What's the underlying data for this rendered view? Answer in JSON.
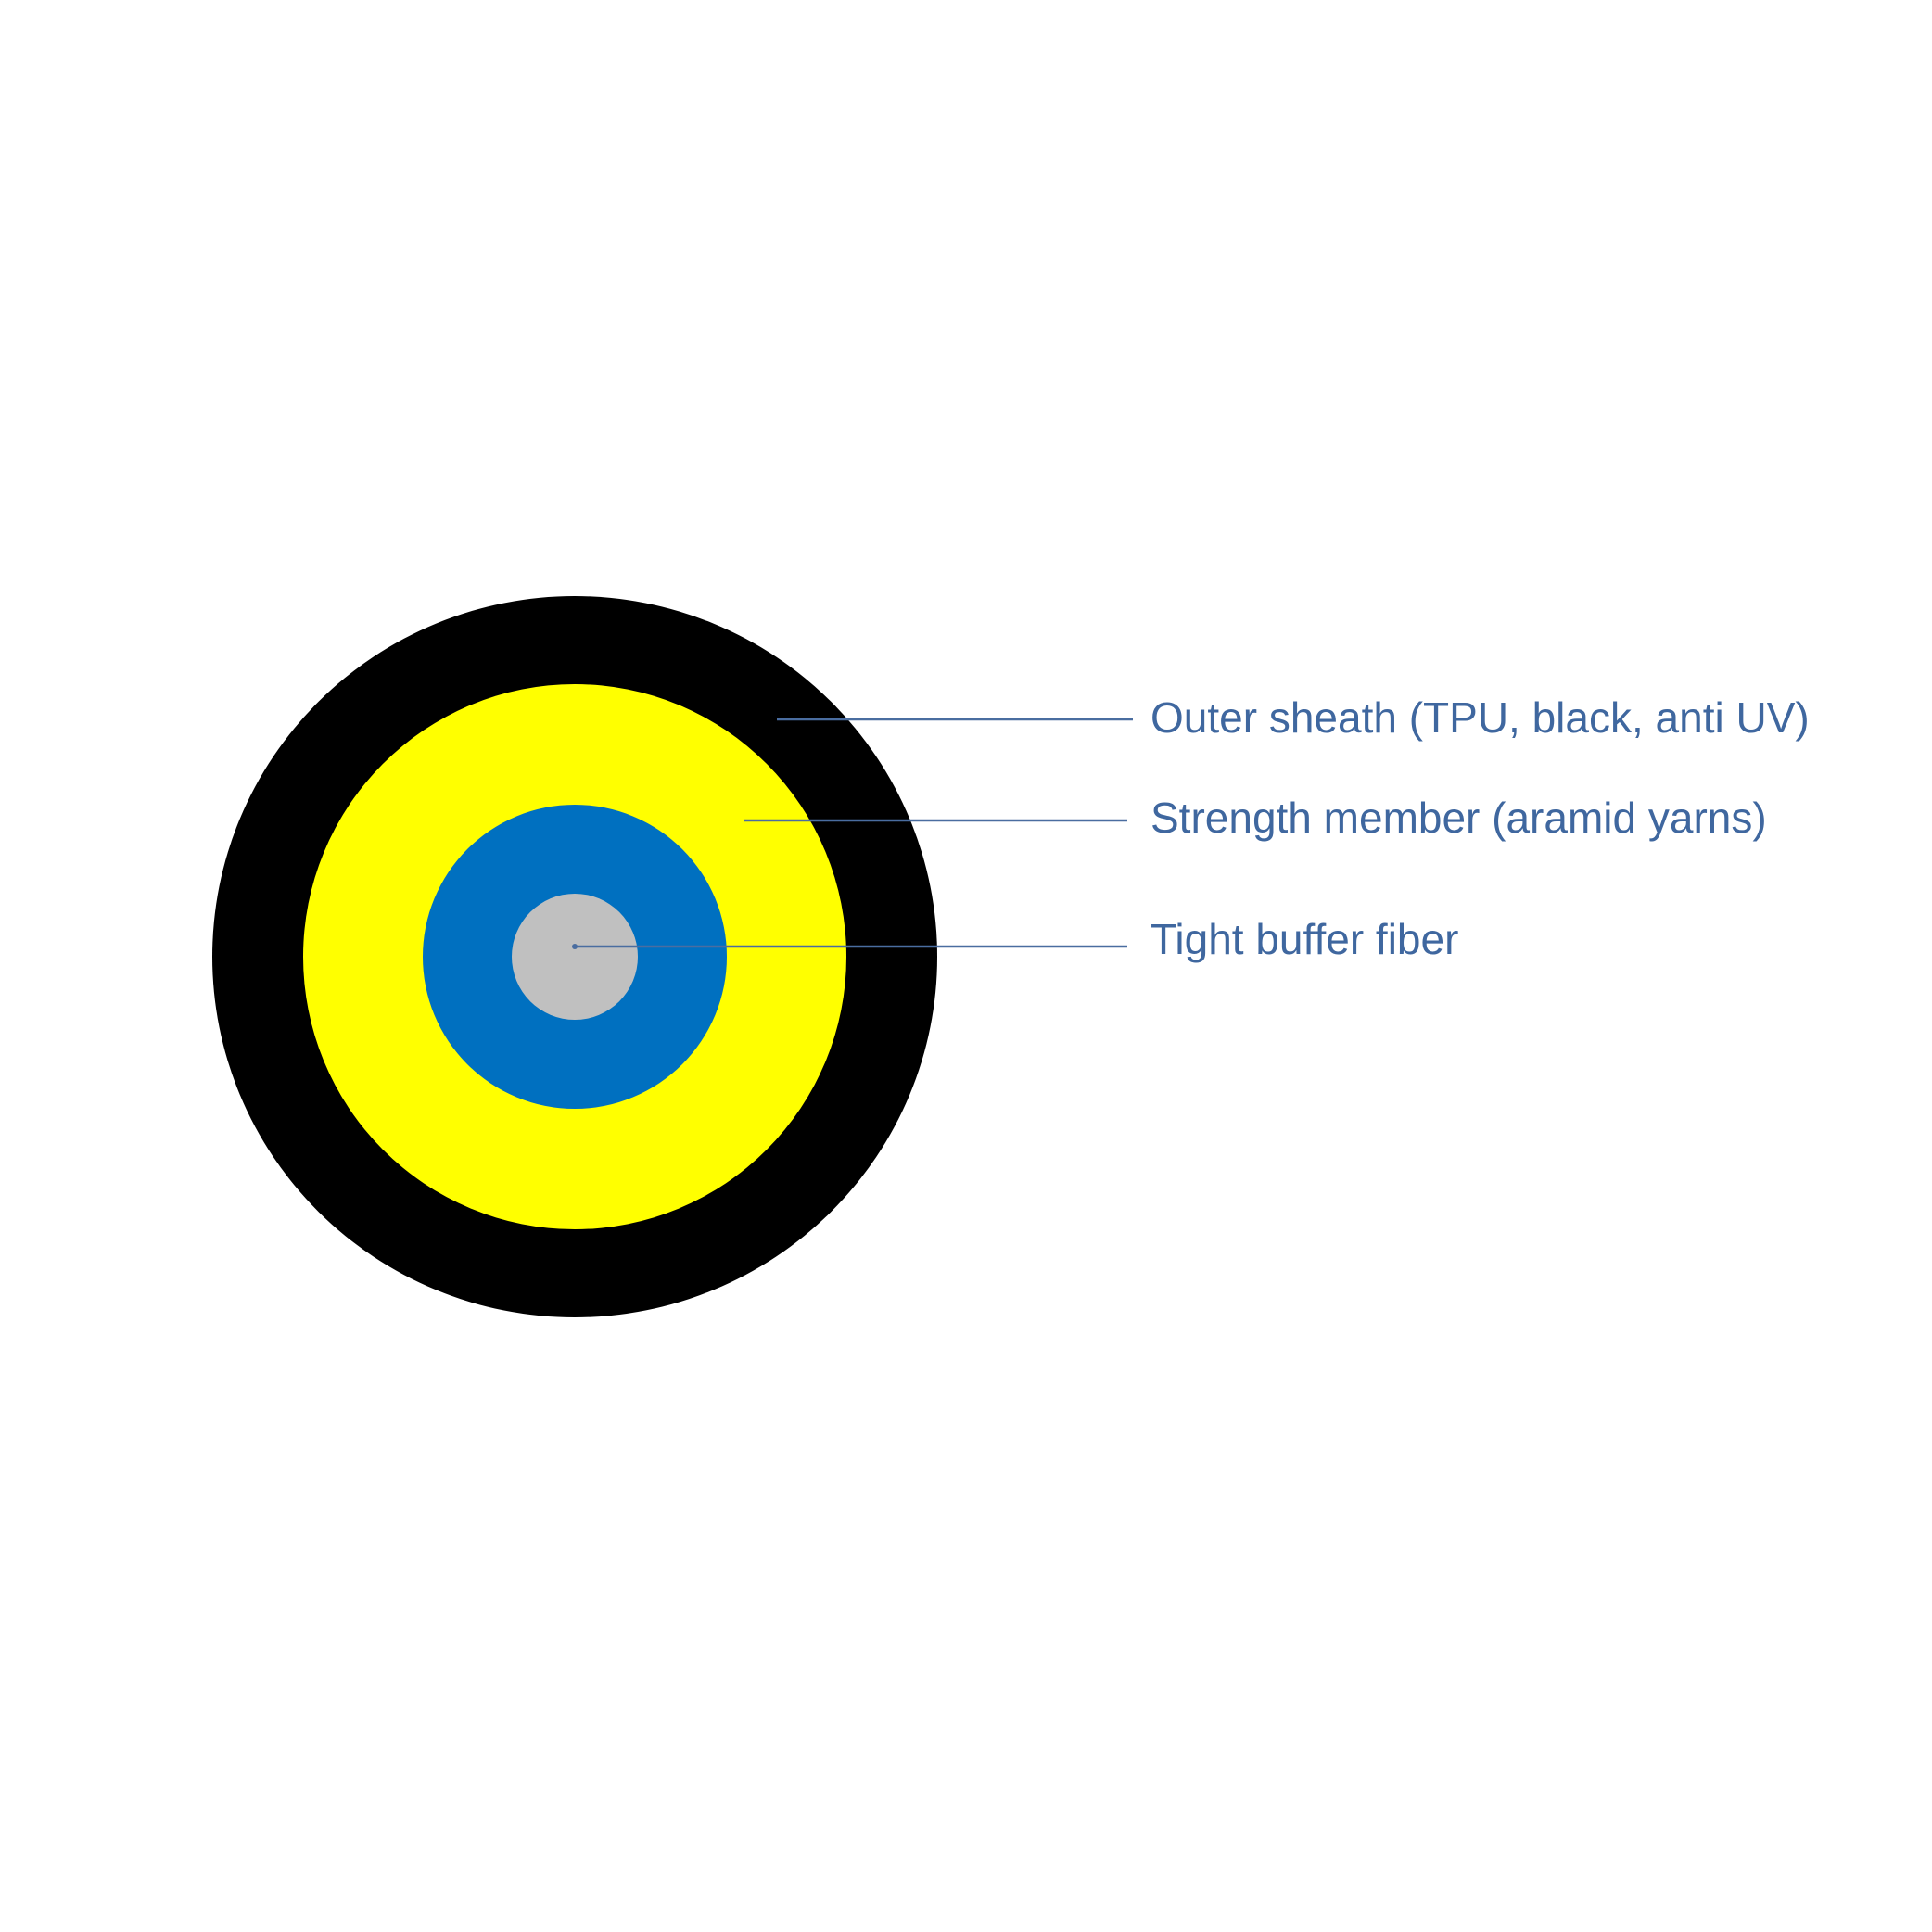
{
  "colors": {
    "background": "#ffffff",
    "outer_sheath": "#000000",
    "strength_member": "#ffff00",
    "tight_buffer": "#0070c0",
    "fiber_core": "#c0c0c0",
    "leader_line": "#4a6da0",
    "label_text": "#3f679f"
  },
  "layers": [
    {
      "id": "outer_sheath",
      "label": "Outer sheath (TPU, black, anti UV)"
    },
    {
      "id": "strength_member",
      "label": "Strength member (aramid yarns)"
    },
    {
      "id": "tight_buffer",
      "label": "Tight buffer fiber"
    }
  ]
}
